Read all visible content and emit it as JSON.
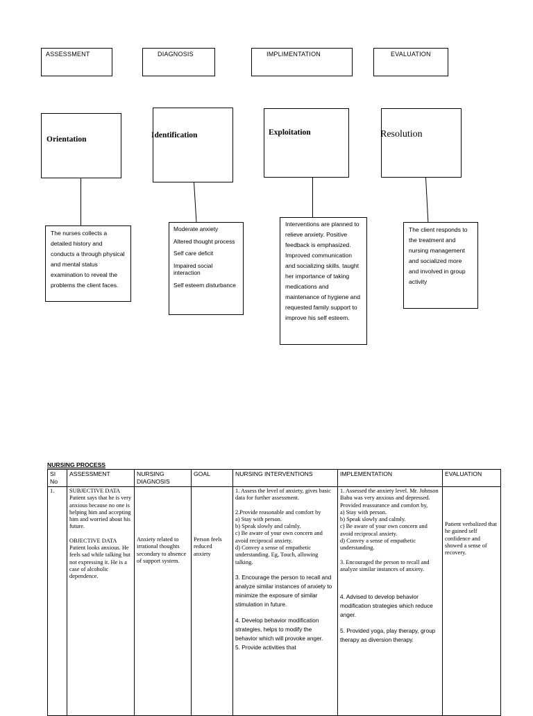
{
  "stages": [
    "ASSESSMENT",
    "DIAGNOSIS",
    "IMPLIMENTATION",
    "EVALUATION"
  ],
  "phases": [
    "Orientation",
    "Identification",
    "Exploitation",
    "Resolution"
  ],
  "notes": {
    "orientation": "The nurses  collects a detailed history and conducts a through physical and mental status examination to reveal the  problems the client faces.",
    "identification": [
      "Moderate anxiety",
      "Altered thought process",
      "Self care deficit",
      "Impaired social interaction",
      "Self esteem disturbance"
    ],
    "exploitation": "Interventions are planned to relieve anxiety. Positive feedback is emphasized. Improved communication and socializing skills. taught her importance of taking medications and maintenance of hygiene and requested family support to improve his self esteem.",
    "resolution": "The client responds to the treatment and nursing management and socialized more and involved in group activity"
  },
  "table": {
    "title": "NURSING PROCESS",
    "headers": [
      "SI No",
      "ASSESSMENT",
      "NURSING DIAGNOSIS",
      "GOAL",
      "NURSING INTERVENTIONS",
      "IMPLEMENTATION",
      "EVALUATION"
    ],
    "row": {
      "no": "1.",
      "subjective_heading": "SUBJECTIVE DATA",
      "subjective": "Patient says that he is very anxious because no one is helping him and accepting him and worried about his future.",
      "objective_heading": "OBJECTIVE DATA",
      "objective": "Patient looks anxious. He feels sad while talking but not expressing it. He is a case of alcoholic dependence.",
      "diagnosis": "Anxiety related to irrational thoughts secondary to absence of support system.",
      "goal": "Person feels reduced anxiety",
      "interventions": {
        "i1": "1. Assess the level of anxiety, gives basic data for further assessment.",
        "i2_head": "2.Provide reasonable and comfort by",
        "i2_a": "a) Stay with person.",
        "i2_b": "b) Speak slowly and calmly.",
        "i2_c": "c) Be aware of your own concern and avoid reciprocal anxiety.",
        "i2_d": "d) Convey a sense of empathetic understanding. Eg, Touch, allowing talking.",
        "i3": "3. Encourage the person to recall and analyze similar instances of anxiety to minimize the exposure of similar stimulation in future.",
        "i4": "4. Develop behavior modification strategies, helps to modify the behavior which will provoke anger.",
        "i5": "5. Provide activities that"
      },
      "implementation": {
        "m1": "1. Assessed the anxiety level. Mr. Johnson Babu was very anxious and depressed.",
        "m2_head": "Provided reassurance and comfort by,",
        "m2_a": " a) Stay with person.",
        "m2_b": "b) Speak slowly and calmly.",
        "m2_c": "c) Be aware of your own concern and avoid reciprocal anxiety.",
        "m2_d": "d) Convey a sense of empathetic understanding.",
        "m3": "3. Encouraged the person to recall and analyze similar instances of anxiety.",
        "m4": "4. Advised to develop behavior modification strategies which reduce anger.",
        "m5": "5. Provided yoga, play therapy, group therapy as diversion therapy."
      },
      "evaluation": "Patient verbalized that he gained self confidence and showed a sense of recovery."
    }
  }
}
